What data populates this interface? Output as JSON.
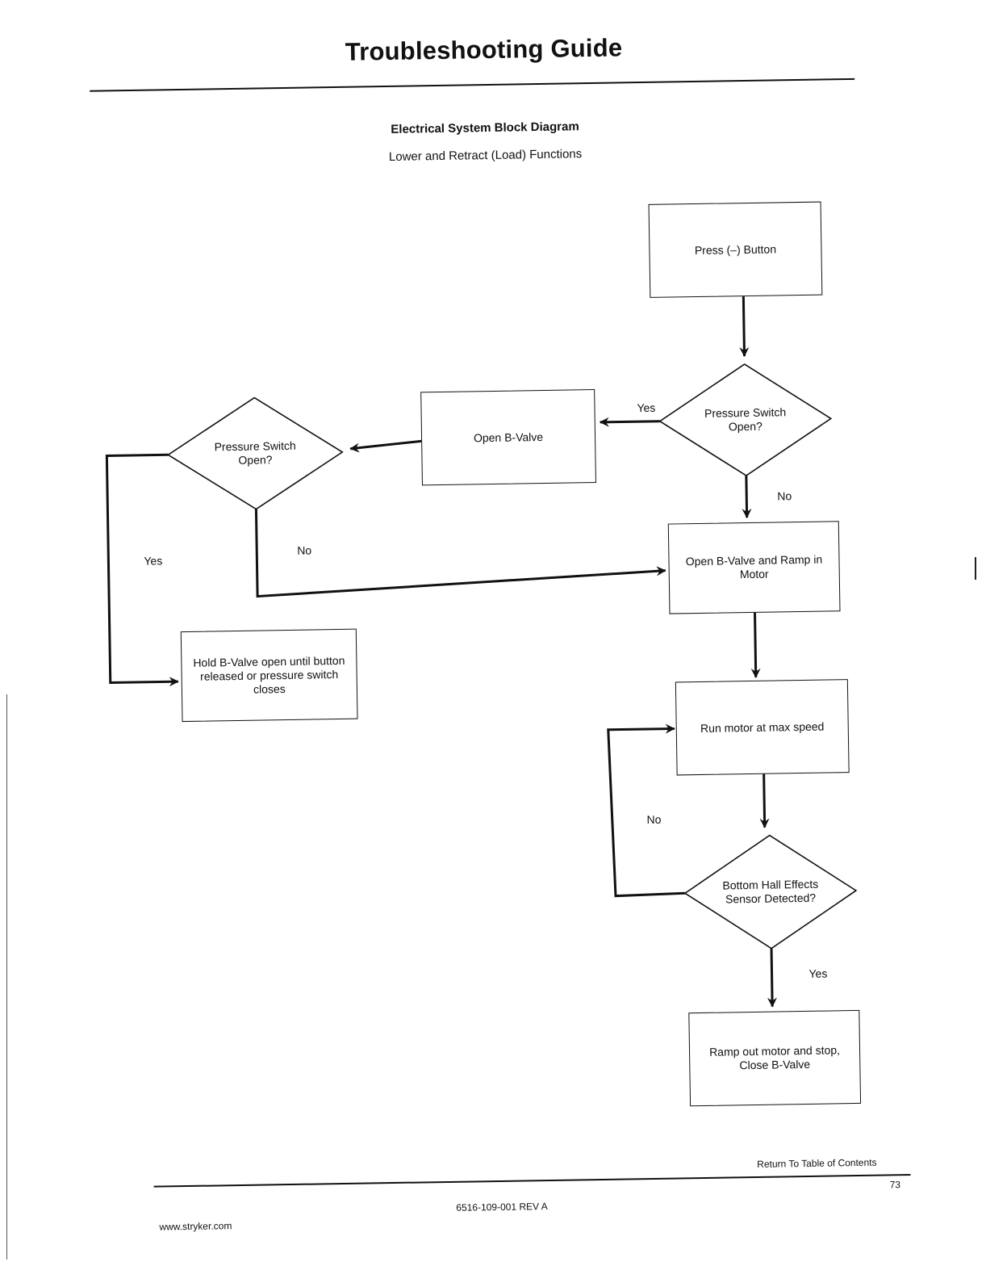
{
  "header": {
    "title": "Troubleshooting Guide"
  },
  "diagram": {
    "title": "Electrical System Block Diagram",
    "subtitle": "Lower and Retract (Load) Functions",
    "nodes": {
      "press_button": "Press (–) Button",
      "pressure_switch_1": "Pressure Switch Open?",
      "open_b_valve": "Open B-Valve",
      "pressure_switch_2": "Pressure Switch Open?",
      "hold_b_valve": "Hold B-Valve open until button released or pressure switch closes",
      "open_b_valve_ramp": "Open B-Valve and Ramp in Motor",
      "run_motor": "Run motor at max speed",
      "hall_sensor": "Bottom Hall Effects Sensor Detected?",
      "ramp_out": "Ramp out motor and stop, Close B-Valve"
    },
    "edges": {
      "ps1_yes": "Yes",
      "ps1_no": "No",
      "ps2_yes": "Yes",
      "ps2_no": "No",
      "hall_no": "No",
      "hall_yes": "Yes"
    }
  },
  "footer": {
    "return_link": "Return To Table of Contents",
    "page_number": "73",
    "document_number": "6516-109-001 REV A",
    "website": "www.stryker.com"
  }
}
